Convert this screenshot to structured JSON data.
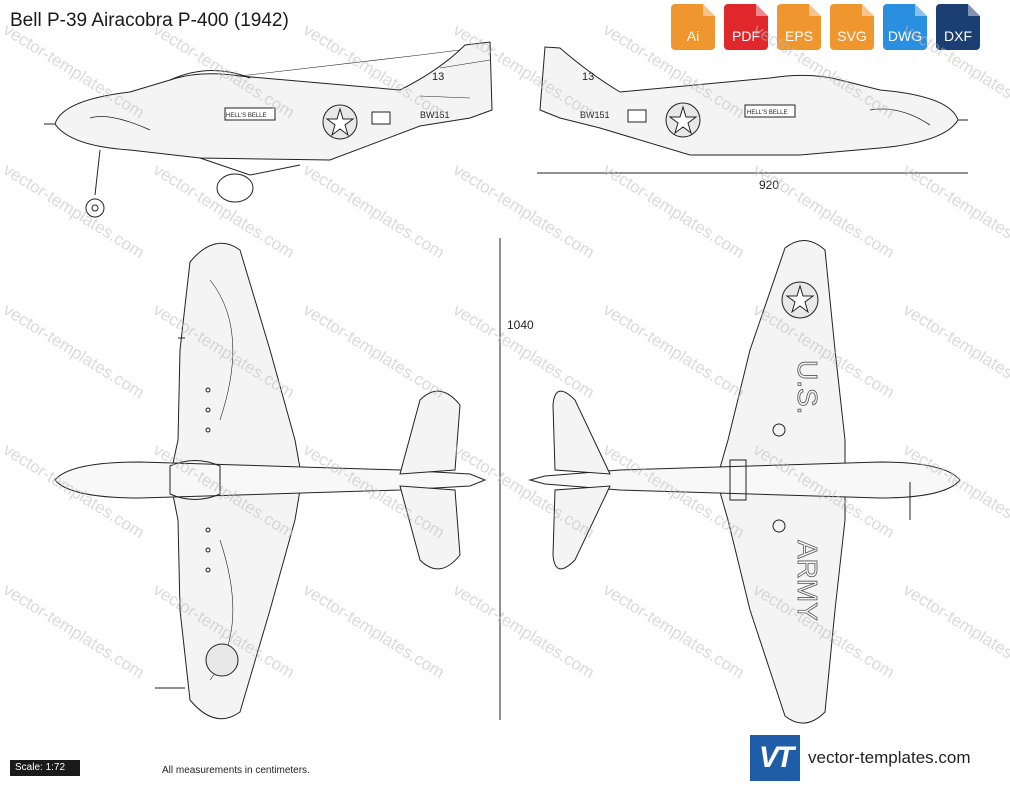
{
  "title": "Bell P-39 Airacobra P-400 (1942)",
  "formats": [
    {
      "label": "Ai",
      "color": "#f0962e",
      "name": "ai-format-icon"
    },
    {
      "label": "PDF",
      "color": "#e0282c",
      "name": "pdf-format-icon"
    },
    {
      "label": "EPS",
      "color": "#f0962e",
      "name": "eps-format-icon"
    },
    {
      "label": "SVG",
      "color": "#f0962e",
      "name": "svg-format-icon"
    },
    {
      "label": "DWG",
      "color": "#2a8fde",
      "name": "dwg-format-icon"
    },
    {
      "label": "DXF",
      "color": "#f0962e",
      "name": "dxf-format-icon"
    }
  ],
  "dimensions": {
    "length": "920",
    "span": "1040"
  },
  "markings": {
    "serial": "BW151",
    "number": "13",
    "nose_art": "HELL'S BELLE",
    "upper_text": "U.S.",
    "lower_text": "ARMY"
  },
  "scale": "Scale: 1:72",
  "note": "All measurements in centimeters.",
  "brand": {
    "logo": "VT",
    "text": "vector-templates.com"
  },
  "watermark": "vector-templates.com"
}
